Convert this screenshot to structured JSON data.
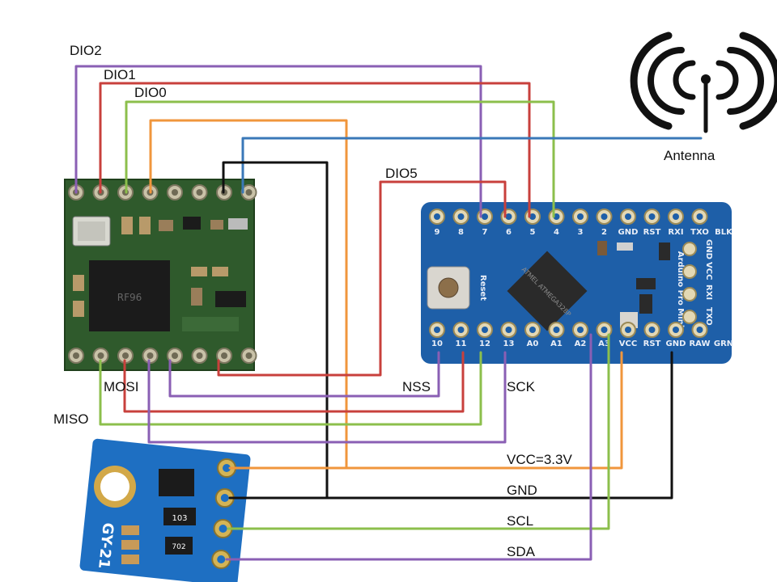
{
  "labels": {
    "dio2": "DIO2",
    "dio1": "DIO1",
    "dio0": "DIO0",
    "dio5": "DIO5",
    "antenna": "Antenna",
    "mosi": "MOSI",
    "miso": "MISO",
    "nss": "NSS",
    "sck": "SCK",
    "vcc": "VCC=3.3V",
    "gnd": "GND",
    "scl": "SCL",
    "sda": "SDA"
  },
  "arduino": {
    "top_pins": [
      "9",
      "8",
      "7",
      "6",
      "5",
      "4",
      "3",
      "2",
      "GND",
      "RST",
      "RXI",
      "TXO",
      "BLK"
    ],
    "bottom_pins": [
      "10",
      "11",
      "12",
      "13",
      "A0",
      "A1",
      "A2",
      "A3",
      "VCC",
      "RST",
      "GND",
      "RAW",
      "GRN"
    ],
    "right_pins": [
      "GND",
      "VCC",
      "RXI",
      "TXO"
    ],
    "reset_label": "Reset",
    "board_text": "Arduino Pro Mini",
    "chip_text": "ATMEL ATMEGA328P",
    "color": "#1e5fa8"
  },
  "rfm": {
    "chip_text": "RF96",
    "color": "#2f5a2c"
  },
  "gy21": {
    "name": "GY-21",
    "resistor_code": "103",
    "chip_code": "702",
    "color": "#1e6fc2"
  },
  "colors": {
    "purple": "#8a5fb4",
    "red": "#c8403c",
    "green": "#8cbf4c",
    "orange": "#f0963c",
    "blue": "#3a78b8",
    "black": "#111111"
  }
}
